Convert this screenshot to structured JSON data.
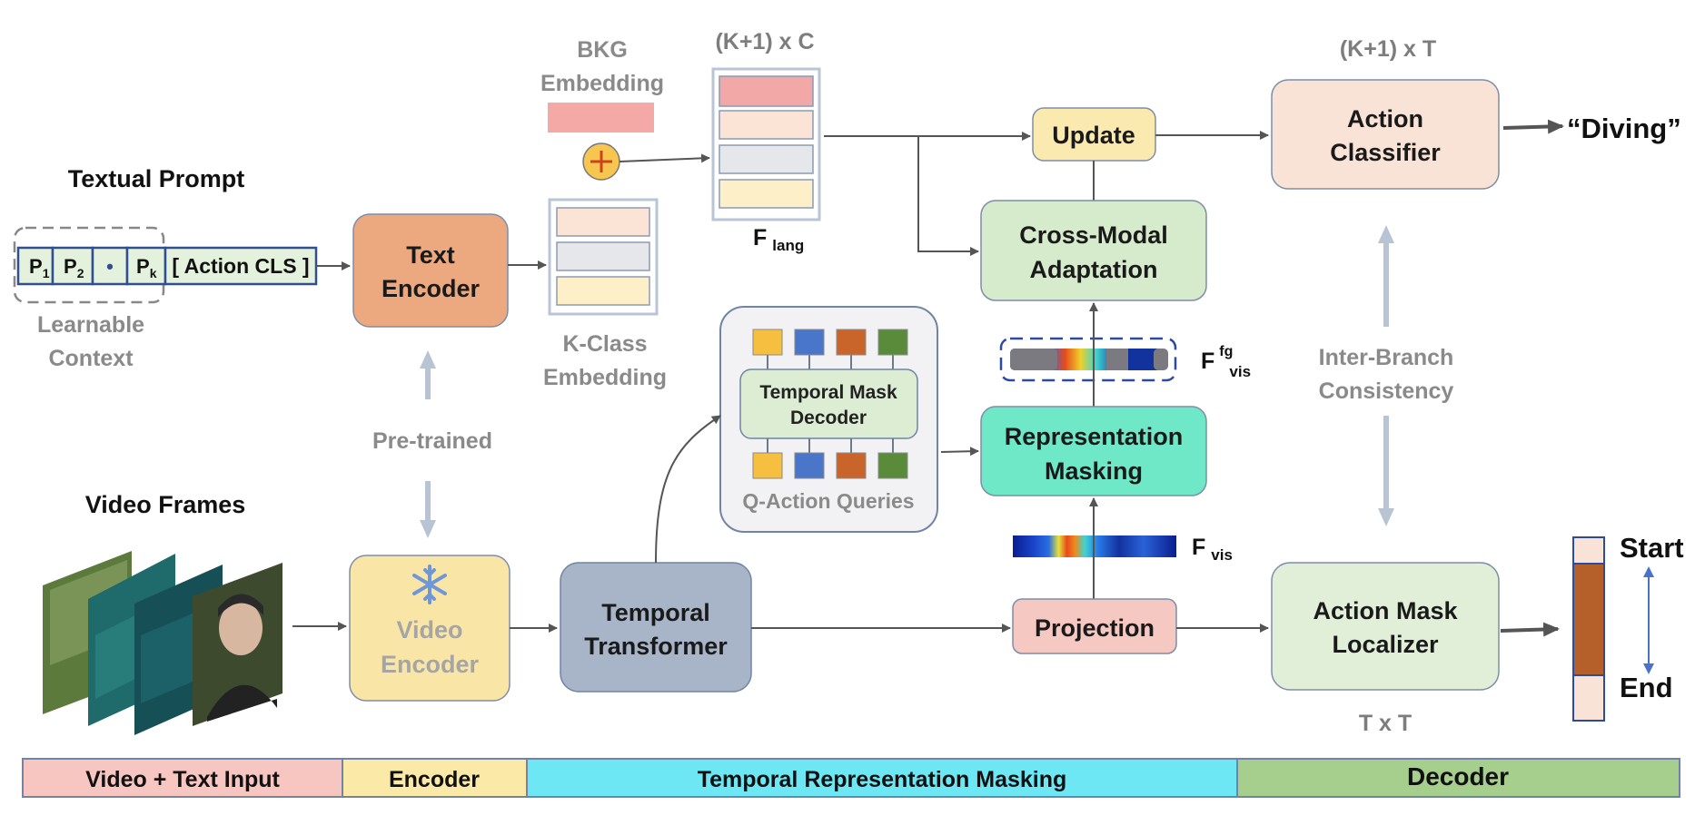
{
  "labels": {
    "textual_prompt": "Textual Prompt",
    "video_frames": "Video Frames",
    "learnable_context": [
      "Learnable",
      "Context"
    ],
    "bkg_embedding": [
      "BKG",
      "Embedding"
    ],
    "k_class_embedding": [
      "K-Class",
      "Embedding"
    ],
    "pretrained": "Pre-trained",
    "dim_top": "(K+1) x C",
    "dim_right": "(K+1) x T",
    "dim_bottom": "T x T",
    "f_lang": "F",
    "f_lang_sub": "lang",
    "f_fg_vis": "F",
    "f_fg_sup": "fg",
    "f_fg_sub": "vis",
    "f_vis": "F",
    "f_vis_sub": "vis",
    "q_action": "Q-Action Queries",
    "inter_branch": [
      "Inter-Branch",
      "Consistency"
    ],
    "diving": "“Diving”",
    "start": "Start",
    "end": "End"
  },
  "prompt_tokens": [
    "P",
    "P",
    "•",
    "P"
  ],
  "prompt_subscripts": [
    "1",
    "2",
    "",
    "k"
  ],
  "prompt_cls": "[ Action CLS ]",
  "boxes": {
    "text_encoder": [
      "Text",
      "Encoder"
    ],
    "video_encoder": [
      "Video",
      "Encoder"
    ],
    "temporal_transformer": [
      "Temporal",
      "Transformer"
    ],
    "temporal_mask_decoder": [
      "Temporal Mask",
      "Decoder"
    ],
    "representation_masking": [
      "Representation",
      "Masking"
    ],
    "cross_modal": [
      "Cross-Modal",
      "Adaptation"
    ],
    "update": "Update",
    "projection": "Projection",
    "action_classifier": [
      "Action",
      "Classifier"
    ],
    "action_mask_localizer": [
      "Action Mask",
      "Localizer"
    ]
  },
  "legend": [
    {
      "label": "Video + Text Input",
      "color": "#f7c6c1"
    },
    {
      "label": "Encoder",
      "color": "#fbe9a8"
    },
    {
      "label": "Temporal Representation Masking",
      "color": "#6ee7f5"
    },
    {
      "label": "Decoder",
      "color": "#a6cf8e"
    }
  ],
  "colors": {
    "query_colors": [
      "#f7bf3f",
      "#4a76c9",
      "#c9642a",
      "#5a8b3a"
    ],
    "text_encoder": "#eca980",
    "video_encoder": "#f9e6a6",
    "temporal_transformer": "#a8b5c8",
    "green_box": "#d6ebcb",
    "mint_box": "#6ee8c6",
    "peach_box": "#f9e2d6",
    "projection": "#f5c8c1",
    "update": "#fbeab0"
  }
}
